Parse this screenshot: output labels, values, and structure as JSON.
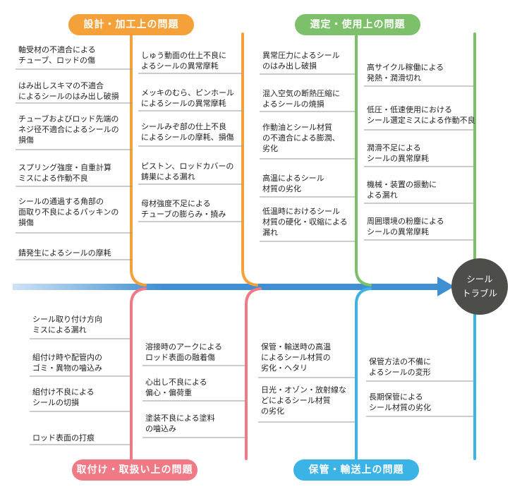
{
  "result": {
    "lines": [
      "シール",
      "トラブル"
    ]
  },
  "colors": {
    "orange": "#f5a13a",
    "green": "#7dc06a",
    "pink": "#ef7a86",
    "blue": "#3cb3e6",
    "spine": "#3f8fd2",
    "leaf": "#9a9a9a"
  },
  "categories": [
    {
      "label": "設計・加工上の問題",
      "color": "orange",
      "causes": [
        [
          "軸受材の不適合による",
          "チューブ、ロッドの傷"
        ],
        [
          "はみ出しスキマの不適合",
          "によるシールのはみ出し破損"
        ],
        [
          "チューブおよびロッド先端の",
          "ネジ径不適合によるシールの",
          "損傷"
        ],
        [
          "スプリング強度・自重計算",
          "ミスによる作動不良"
        ],
        [
          "シールの通過する角部の",
          "面取り不良によるパッキンの",
          "損傷"
        ],
        [
          "錆発生によるシールの摩耗"
        ],
        [
          "しゅう動面の仕上不良に",
          "よるシールの異常摩耗"
        ],
        [
          "メッキのむら、ピンホール",
          "によるシールの異常摩耗"
        ],
        [
          "シールみぞ部の仕上不良",
          "によるシールの摩耗、損傷"
        ],
        [
          "ピストン、ロッドカバーの",
          "鋳巣による漏れ"
        ],
        [
          "母材強度不足による",
          "チューブの膨らみ・撓み"
        ]
      ]
    },
    {
      "label": "選定・使用上の問題",
      "color": "green",
      "causes": [
        [
          "異常圧力によるシール",
          "のはみ出し破損"
        ],
        [
          "混入空気の断熱圧縮に",
          "よるシールの焼損"
        ],
        [
          "作動油とシール材質",
          "の不適合による膨潤、",
          "劣化"
        ],
        [
          "高温によるシール",
          "材質の劣化"
        ],
        [
          "低温時におけるシール",
          "材質の硬化・収縮による",
          "漏れ"
        ],
        [
          "高サイクル稼働による",
          "発熱・潤滑切れ"
        ],
        [
          "低圧・低速使用における",
          "シール選定ミスによる作動不良"
        ],
        [
          "潤滑不足による",
          "シールの異常摩耗"
        ],
        [
          "機械・装置の振動に",
          "よる漏れ"
        ],
        [
          "周囲環境の粉塵による",
          "シールの異常摩耗"
        ]
      ]
    },
    {
      "label": "取付け・取扱い上の問題",
      "color": "pink",
      "causes": [
        [
          "シール取り付け方向",
          "ミスによる漏れ"
        ],
        [
          "組付け時や配管内の",
          "ゴミ・異物の噛込み"
        ],
        [
          "組付け不良による",
          "シールの切損"
        ],
        [
          "ロッド表面の打痕"
        ],
        [
          "溶接時のアークによる",
          "ロッド表面の融着傷"
        ],
        [
          "心出し不良による",
          "偏心・偏荷重"
        ],
        [
          "塗装不良による塗料",
          "の噛込み"
        ]
      ]
    },
    {
      "label": "保管・輸送上の問題",
      "color": "blue",
      "causes": [
        [
          "保管・輸送時の高温",
          "によるシール材質の",
          "劣化・ヘタリ"
        ],
        [
          "日光・オゾン・放射線な",
          "どによるシール材質",
          "の劣化"
        ],
        [
          "保管方法の不備に",
          "よるシールの変形"
        ],
        [
          "長期保管による",
          "シール材質の劣化"
        ]
      ]
    }
  ]
}
